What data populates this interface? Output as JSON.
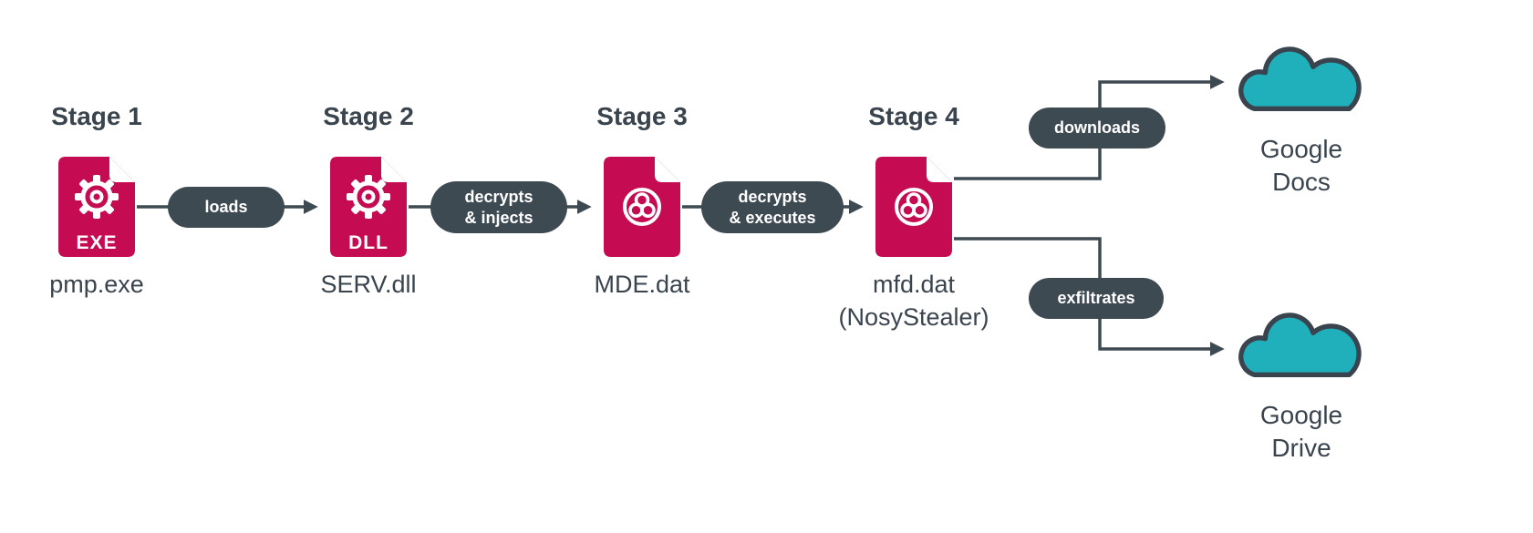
{
  "stages": [
    {
      "label": "Stage 1",
      "badge": "EXE",
      "file": "pmp.exe",
      "icon": "gear-file-icon"
    },
    {
      "label": "Stage 2",
      "badge": "DLL",
      "file": "SERV.dll",
      "icon": "gear-file-icon"
    },
    {
      "label": "Stage 3",
      "file": "MDE.dat",
      "icon": "biohazard-file-icon"
    },
    {
      "label": "Stage 4",
      "file": "mfd.dat",
      "file_note": "(NosyStealer)",
      "icon": "biohazard-file-icon"
    }
  ],
  "connectors": [
    {
      "id": "loads",
      "label_lines": [
        "loads"
      ]
    },
    {
      "id": "decrypts-injects",
      "label_lines": [
        "decrypts",
        "& injects"
      ]
    },
    {
      "id": "decrypts-executes",
      "label_lines": [
        "decrypts",
        "& executes"
      ]
    },
    {
      "id": "downloads",
      "label_lines": [
        "downloads"
      ]
    },
    {
      "id": "exfiltrates",
      "label_lines": [
        "exfiltrates"
      ]
    }
  ],
  "clouds": [
    {
      "id": "google-docs",
      "label_lines": [
        "Google",
        "Docs"
      ]
    },
    {
      "id": "google-drive",
      "label_lines": [
        "Google",
        "Drive"
      ]
    }
  ],
  "colors": {
    "file_icon_crimson": "#C50B52",
    "connector_dark": "#3E4A52",
    "cloud_teal": "#1FB0BC",
    "text_dark": "#3A444E"
  }
}
